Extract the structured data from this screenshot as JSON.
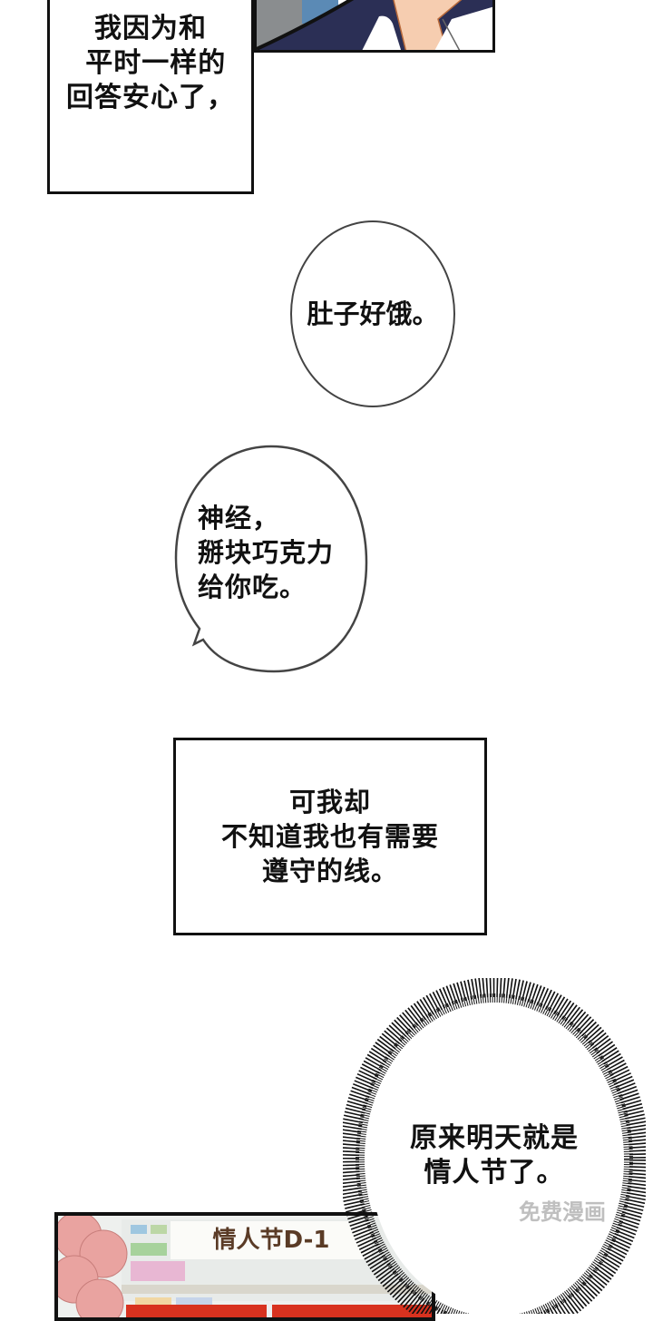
{
  "page": {
    "type": "webcomic-strip"
  },
  "panels": {
    "top_art": {
      "description": "character in navy suit and white shirt collar"
    },
    "narration_1": {
      "lines": "我因为和\n 平时一样的\n回答安心了，"
    },
    "bubble_1": {
      "text": "肚子好饿。"
    },
    "bubble_2": {
      "lines": "神经，\n掰块巧克力\n给你吃。"
    },
    "narration_2": {
      "lines": "可我却\n不知道我也有需要\n遵守的线。"
    },
    "burst_bubble": {
      "lines": "原来明天就是\n情人节了。"
    },
    "bottom_scene": {
      "sign_text": "情人节D-1"
    }
  },
  "watermark": {
    "text": "免费漫画"
  },
  "colors": {
    "suit_navy": "#2b2f55",
    "skin": "#f6cdb0",
    "sign_text": "#5a3b26",
    "balloon_pink": "#e9a3a0",
    "box_red": "#d8321f"
  }
}
